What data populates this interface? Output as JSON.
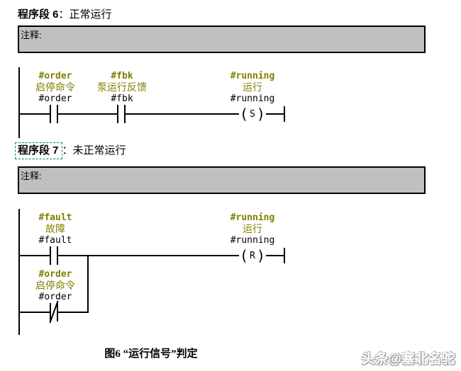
{
  "colors": {
    "symbol_olive": "#808000",
    "comment_box_gray": "#c0c0c0",
    "selection_teal": "#008080",
    "wire_black": "#000000"
  },
  "icons": {
    "coil_paren_open": "(",
    "coil_paren_close": ")"
  },
  "networks": [
    {
      "title_prefix": "程序段 6",
      "title_rest": "：正常运行",
      "comment_label": "注释:",
      "elements": {
        "contact1": {
          "symbol": "#order",
          "comment": "启停命令",
          "operand": "#order",
          "type": "NO"
        },
        "contact2": {
          "symbol": "#fbk",
          "comment": "泵运行反馈",
          "operand": "#fbk",
          "type": "NO"
        },
        "coil": {
          "symbol": "#running",
          "comment": "运行",
          "operand": "#running",
          "letter": "S"
        }
      }
    },
    {
      "title_prefix": "程序段 7",
      "title_rest": "：未正常运行",
      "comment_label": "注释:",
      "elements": {
        "contact1": {
          "symbol": "#fault",
          "comment": "故障",
          "operand": "#fault",
          "type": "NO"
        },
        "branch_contact": {
          "symbol": "#order",
          "comment": "启停命令",
          "operand": "#order",
          "type": "NC"
        },
        "coil": {
          "symbol": "#running",
          "comment": "运行",
          "operand": "#running",
          "letter": "R"
        }
      }
    }
  ],
  "page": {
    "caption": "图6 “运行信号”判定",
    "watermark": "头条@塞北名驼"
  }
}
